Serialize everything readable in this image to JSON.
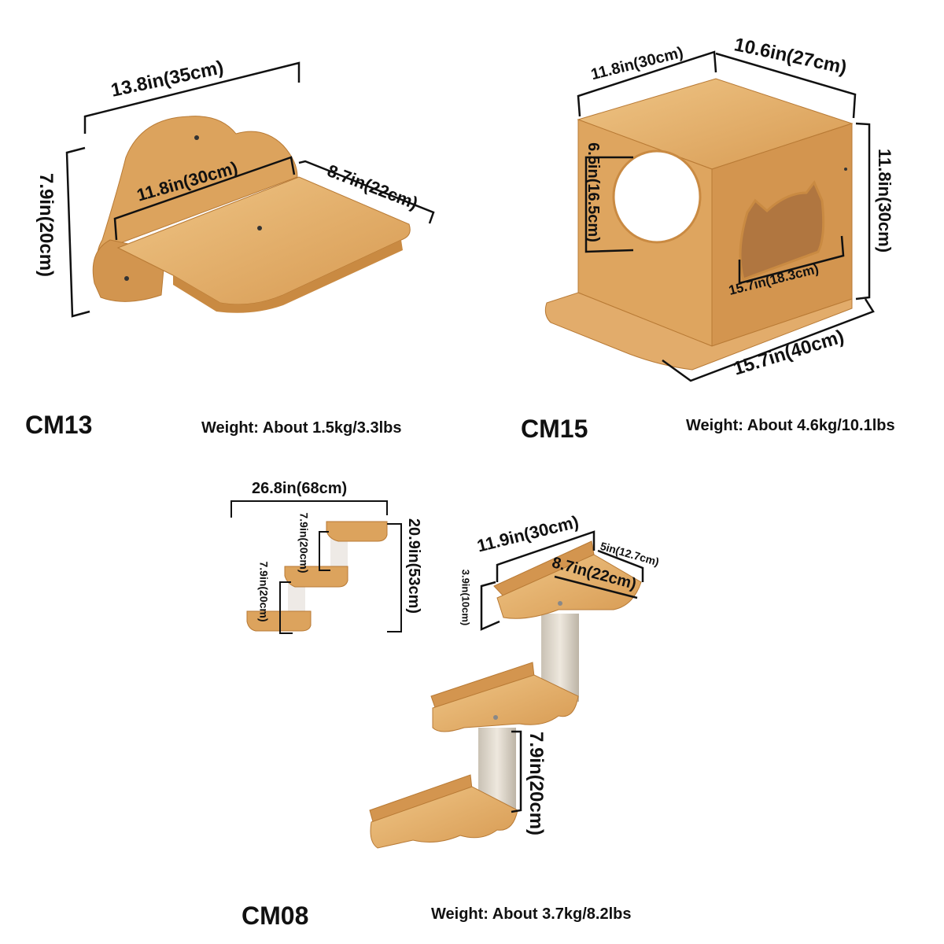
{
  "products": [
    {
      "model": "CM13",
      "weight": "Weight: About 1.5kg/3.3lbs",
      "dimensions": {
        "overall_width": "13.8in(35cm)",
        "height": "7.9in(20cm)",
        "board_width": "11.8in(30cm)",
        "depth": "8.7in(22cm)"
      }
    },
    {
      "model": "CM15",
      "weight": "Weight: About 4.6kg/10.1lbs",
      "dimensions": {
        "width": "11.8in(30cm)",
        "depth": "10.6in(27cm)",
        "height": "11.8in(30cm)",
        "hole_height": "6.5in(16.5cm)",
        "inner_width": "15.7in(18.3cm)",
        "base_width": "15.7in(40cm)"
      }
    },
    {
      "model": "CM08",
      "weight": "Weight: About 3.7kg/8.2lbs",
      "dimensions": {
        "overall_width": "26.8in(68cm)",
        "step_height_1": "7.9in(20cm)",
        "step_height_2": "7.9in(20cm)",
        "overall_height": "20.9in(53cm)",
        "board_width": "11.9in(30cm)",
        "board_depth": "5in(12.7cm)",
        "board_length": "8.7in(22cm)",
        "back_height": "3.9in(10cm)",
        "post_height": "7.9in(20cm)"
      }
    }
  ],
  "colors": {
    "wood": "#dda35c",
    "wood_light": "#ecc282",
    "wood_dark": "#b87a35",
    "post": "#e4ddd2",
    "line": "#111111"
  }
}
